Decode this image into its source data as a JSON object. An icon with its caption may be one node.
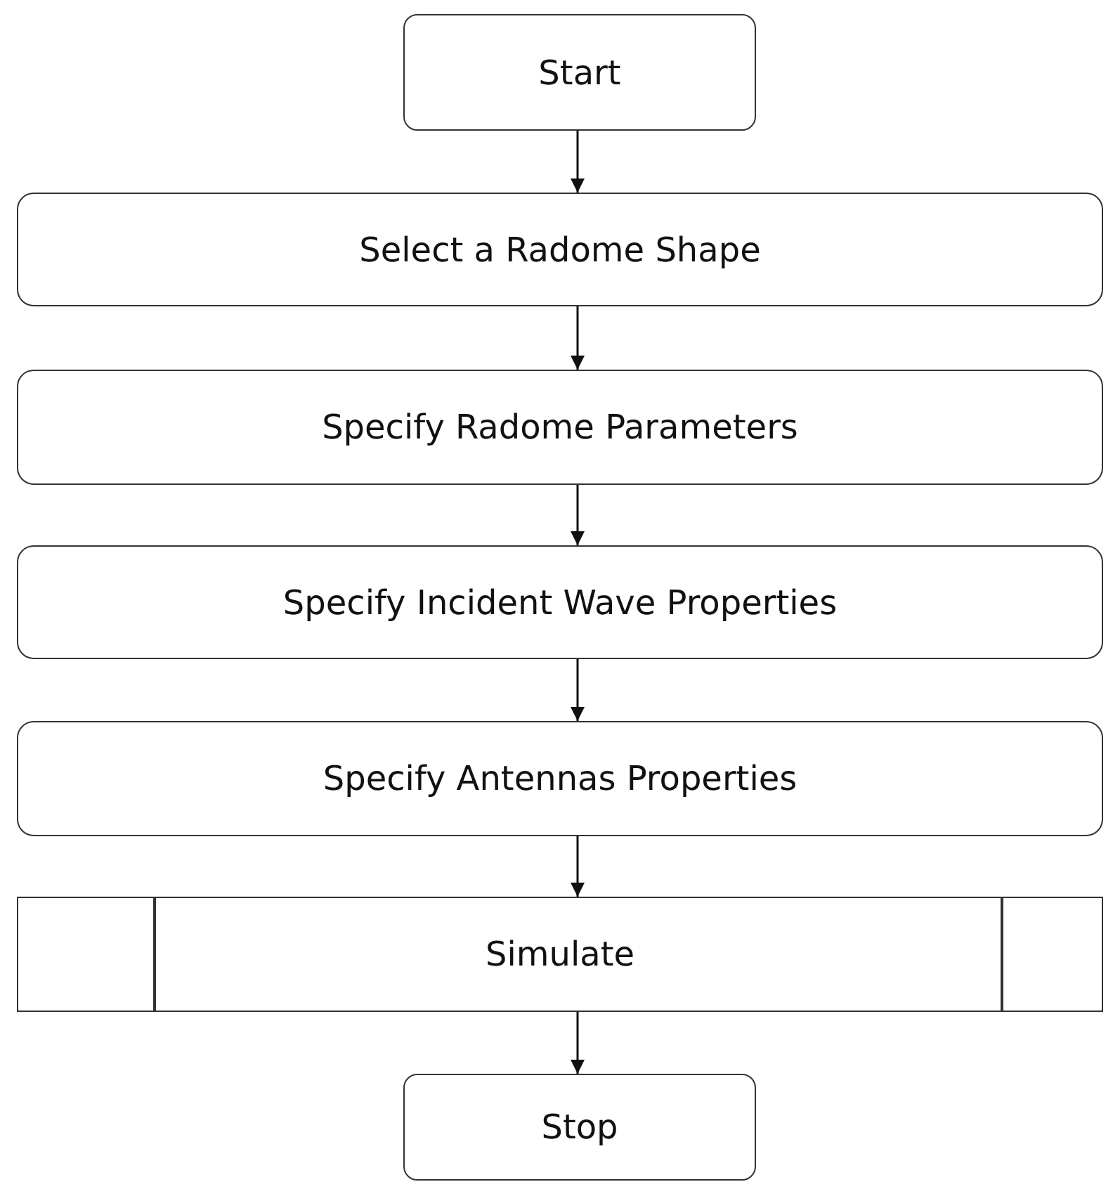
{
  "diagram": {
    "nodes": [
      {
        "text": [
          "Start"
        ]
      },
      {
        "text": [
          "Select a Radome Shape"
        ]
      },
      {
        "text": [
          "Specify Radome Parameters"
        ]
      },
      {
        "text": [
          "Specify Incident Wave Properties"
        ]
      },
      {
        "text": [
          "Specify Antennas Properties"
        ]
      },
      {
        "text": [
          "Simulate"
        ]
      },
      {
        "text": [
          "Stop"
        ]
      }
    ],
    "edges": [
      {
        "from": 0,
        "to": 1,
        "arrow": "to"
      },
      {
        "from": 1,
        "to": 2,
        "arrow": "to"
      },
      {
        "from": 2,
        "to": 3,
        "arrow": "to"
      },
      {
        "from": 3,
        "to": 4,
        "arrow": "to"
      },
      {
        "from": 4,
        "to": 5,
        "arrow": "to"
      },
      {
        "from": 5,
        "to": 6,
        "arrow": "to"
      }
    ]
  }
}
